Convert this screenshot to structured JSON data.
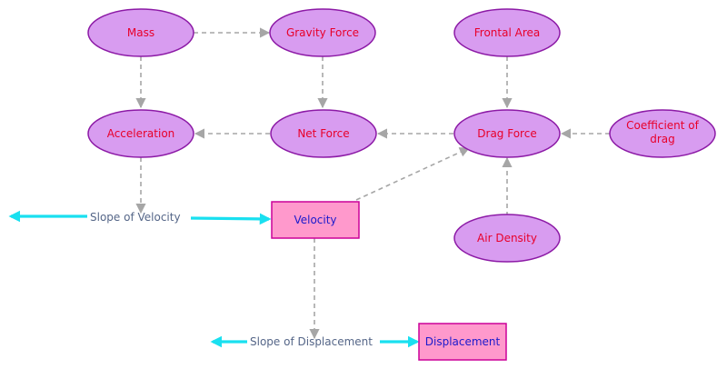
{
  "nodes": {
    "mass": "Mass",
    "gravity_force": "Gravity Force",
    "frontal_area": "Frontal Area",
    "acceleration": "Acceleration",
    "net_force": "Net Force",
    "drag_force": "Drag Force",
    "coefficient_of_drag_line1": "Coefficient of",
    "coefficient_of_drag_line2": "drag",
    "air_density": "Air Density",
    "velocity": "Velocity",
    "displacement": "Displacement"
  },
  "labels": {
    "slope_of_velocity": "Slope of Velocity",
    "slope_of_displacement": "Slope of Displacement"
  },
  "colors": {
    "ellipse_fill": "#d89cf0",
    "ellipse_stroke": "#8c1aa6",
    "rect_fill": "#ff99cc",
    "rect_stroke": "#cc0099",
    "ellipse_text": "#e8002a",
    "rect_text": "#1a1acc",
    "dashed_arrow": "#a6a6a6",
    "cyan_arrow": "#19e0f0",
    "slope_text": "#556688"
  }
}
